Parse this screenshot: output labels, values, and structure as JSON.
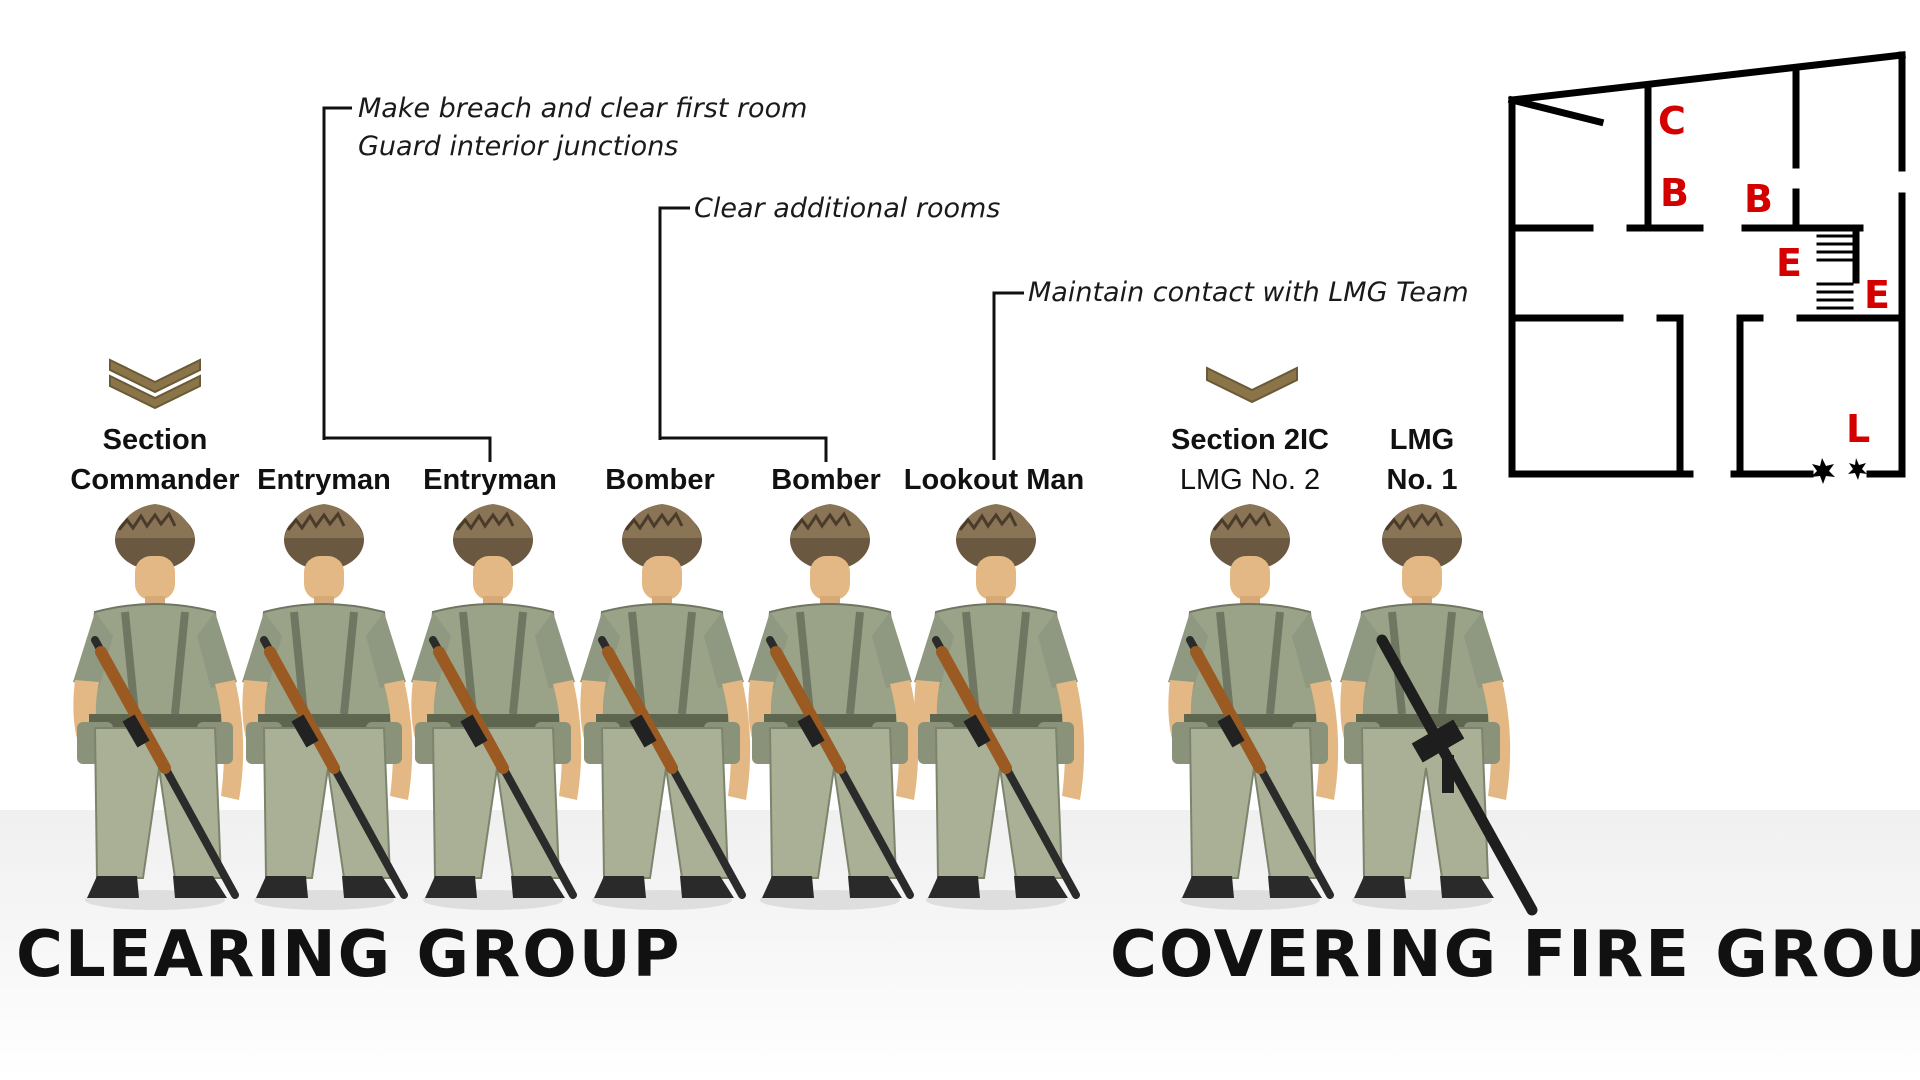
{
  "annotations": {
    "entry_team_line1": "Make breach and clear first room",
    "entry_team_line2": "Guard interior junctions",
    "bomber_team": "Clear additional rooms",
    "lookout": "Maintain contact with LMG Team"
  },
  "roles": {
    "section_commander_line1": "Section",
    "section_commander_line2": "Commander",
    "entryman_1": "Entryman",
    "entryman_2": "Entryman",
    "bomber_1": "Bomber",
    "bomber_2": "Bomber",
    "lookout_man": "Lookout Man",
    "section_2ic_line1": "Section 2IC",
    "section_2ic_line2": "LMG No. 2",
    "lmg_no1_line1": "LMG",
    "lmg_no1_line2": "No. 1"
  },
  "groups": {
    "clearing": "CLEARING GROUP",
    "covering": "COVERING FIRE GROUP"
  },
  "floor_plan": {
    "markers": [
      "C",
      "B",
      "B",
      "E",
      "E",
      "L"
    ],
    "marker_color": "#d40000"
  },
  "colors": {
    "chevron": "#8a7448",
    "uniform": "#9aa388",
    "text": "#111111"
  },
  "icons": [
    "corporal-chevron-icon",
    "lance-corporal-chevron-icon",
    "soldier-figure",
    "floor-plan"
  ]
}
